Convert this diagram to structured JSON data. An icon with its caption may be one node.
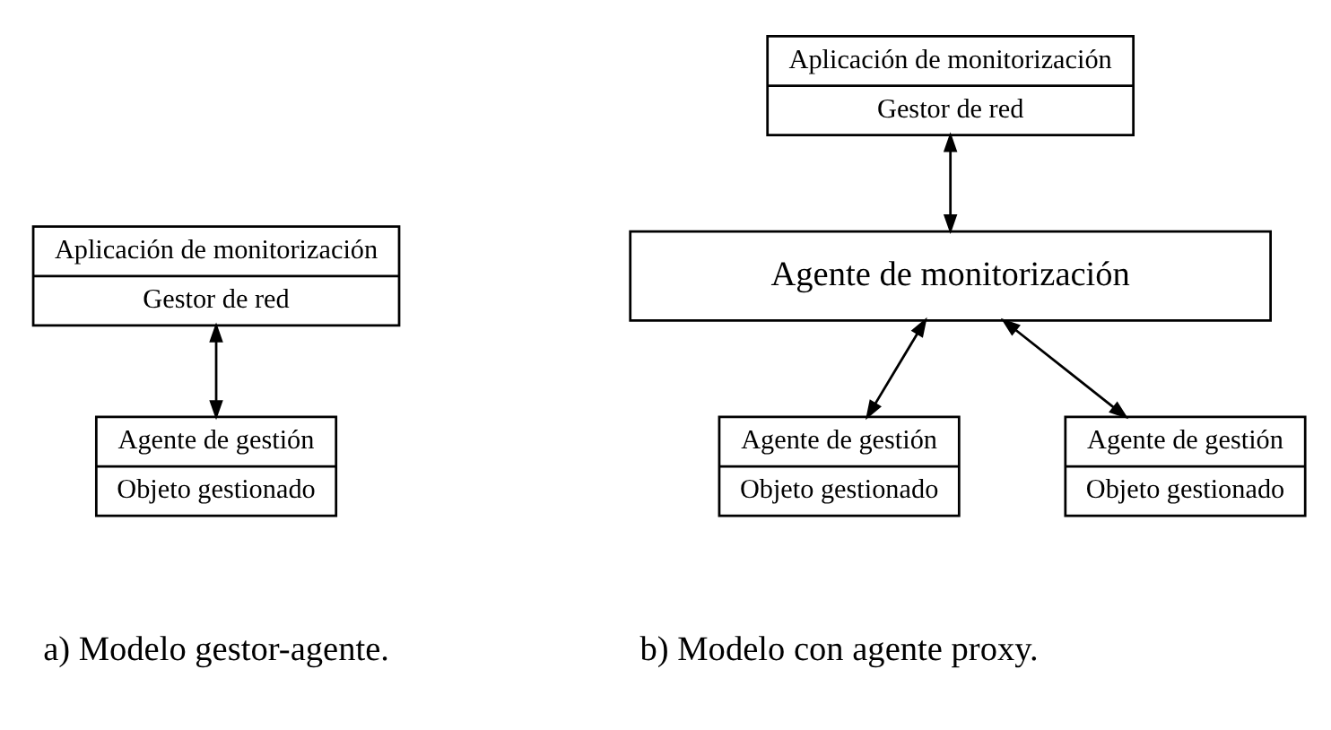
{
  "diagram": {
    "nodes": [
      {
        "text": [
          "Aplicación de monitorización",
          "Gestor de red"
        ]
      },
      {
        "text": [
          "Agente de gestión",
          "Objeto gestionado"
        ]
      },
      {
        "text": [
          "Aplicación de monitorización",
          "Gestor de red"
        ]
      },
      {
        "text": [
          "Agente de monitorización"
        ]
      },
      {
        "text": [
          "Agente de gestión",
          "Objeto gestionado"
        ]
      },
      {
        "text": [
          "Agente de gestión",
          "Objeto gestionado"
        ]
      }
    ],
    "edges": [
      {
        "from": 0,
        "to": 1,
        "arrow": "both"
      },
      {
        "from": 2,
        "to": 3,
        "arrow": "both"
      },
      {
        "from": 3,
        "to": 4,
        "arrow": "both"
      },
      {
        "from": 3,
        "to": 5,
        "arrow": "both"
      }
    ],
    "labels": [
      "a) Modelo gestor-agente.",
      "b) Modelo con agente proxy."
    ]
  }
}
